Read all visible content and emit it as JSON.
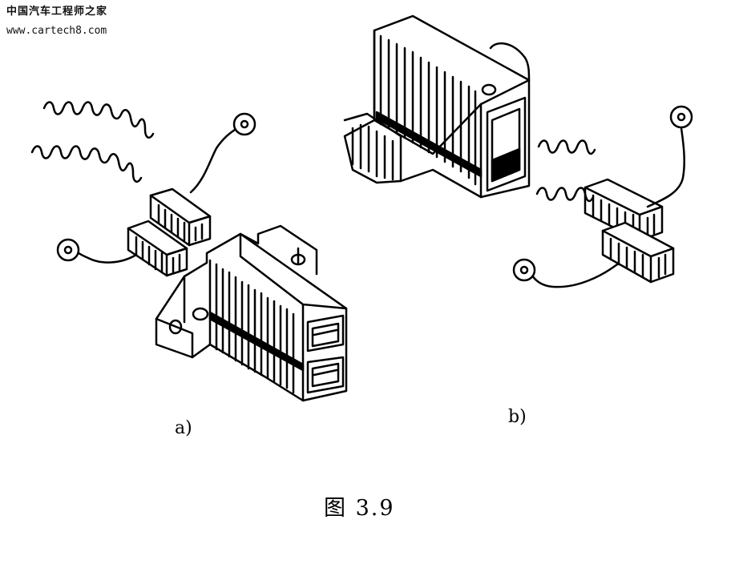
{
  "watermark": {
    "line1": "中国汽车工程师之家",
    "line2": "www.cartech8.com"
  },
  "figure": {
    "label_a": "a)",
    "label_b": "b)",
    "caption": "图 3.9"
  }
}
